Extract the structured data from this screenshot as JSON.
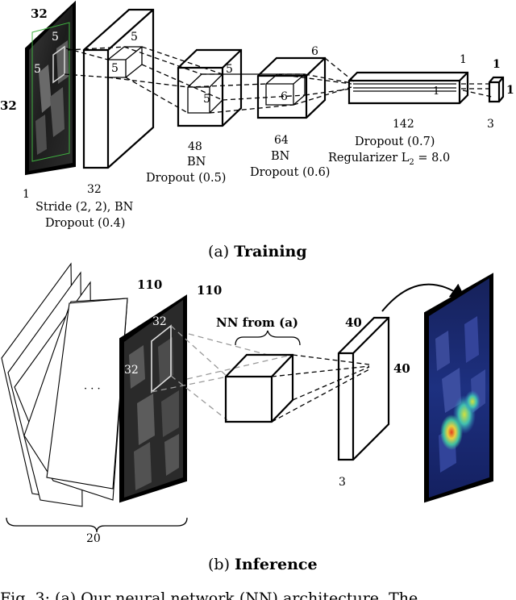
{
  "training": {
    "input_top": "32",
    "input_side": "32",
    "input_depth": "1",
    "kernel_label": "5",
    "conv1_depth": "32",
    "conv1_note_1": "Stride (2, 2), BN",
    "conv1_note_2": "Dropout (0.4)",
    "conv2_kernel": "5",
    "conv2_depth": "48",
    "conv2_note_1": "BN",
    "conv2_note_2": "Dropout (0.5)",
    "conv3_kernel": "6",
    "conv3_depth": "64",
    "conv3_note_1": "BN",
    "conv3_note_2": "Dropout (0.6)",
    "dense_dim": "1",
    "dense_depth": "142",
    "dense_note_1": "Dropout (0.7)",
    "dense_note_2": "Regularizer L",
    "dense_note_2_sub": "2",
    "dense_note_2_value": " = 8.0",
    "out_dim": "1",
    "out_depth": "3",
    "caption_prefix": "(a) ",
    "caption_bold": "Training"
  },
  "inference": {
    "stack_count": "20",
    "ellipsis": "· · ·",
    "image_top": "110",
    "image_side": "110",
    "window_label": "32",
    "nn_label": "NN from (a)",
    "out_top": "40",
    "out_side": "40",
    "out_depth": "3",
    "caption_prefix": "(b) ",
    "caption_bold": "Inference"
  },
  "figure_caption": "Fig. 3: (a) Our neural network (NN) architecture. The"
}
